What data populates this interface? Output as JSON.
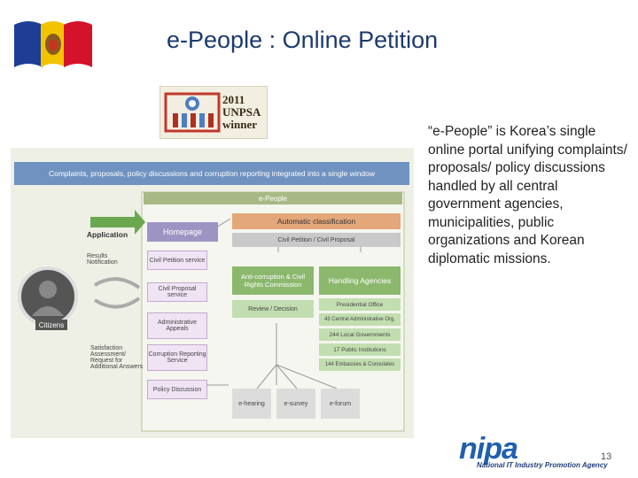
{
  "slide": {
    "title": "e-People : Online Petition",
    "page_number": "13"
  },
  "badge": {
    "year": "2011",
    "org": "UNPSA",
    "label": "winner"
  },
  "description": "“e-People” is Korea’s single online portal unifying complaints/ proposals/ policy discussions handled by all central government agencies, municipalities, public organizations and Korean diplomatic missions.",
  "diagram": {
    "banner": "Complaints, proposals, policy discussions and corruption reporting integrated into a single window",
    "header": "e-People",
    "application": "Application",
    "homepage": "Homepage",
    "results": "Results Notification",
    "citizens": "Citizens",
    "satisfaction": "Satisfaction Assessment/ Request for Additional Answers",
    "services": [
      "Civil Petition service",
      "Civil Proposal service",
      "Administrative Appeals",
      "Corruption Reporting Service",
      "Policy Discussion"
    ],
    "auto_classification": "Automatic classification",
    "petition_proposal": "Civil Petition / Civil Proposal",
    "anti_corruption": "Anti-corruption & Civil Rights Commission",
    "handling": "Handling Agencies",
    "review": "Review / Decision",
    "agencies": [
      "Presidential Office",
      "43 Central Administrative Org.",
      "244 Local Governments",
      "17 Public Institutions",
      "144 Embassies & Consulates"
    ],
    "outputs": [
      "e-hearing",
      "e-survey",
      "e-forum"
    ]
  },
  "footer": {
    "logo_text": "nipa",
    "logo_sub": "National IT Industry Promotion Agency"
  },
  "colors": {
    "title": "#1c3a6e",
    "banner": "#6f92c0",
    "green_box": "#8cb86e",
    "orange_box": "#e4a77a",
    "purple_box": "#9e94c4",
    "gray_box": "#c9c9c9"
  }
}
